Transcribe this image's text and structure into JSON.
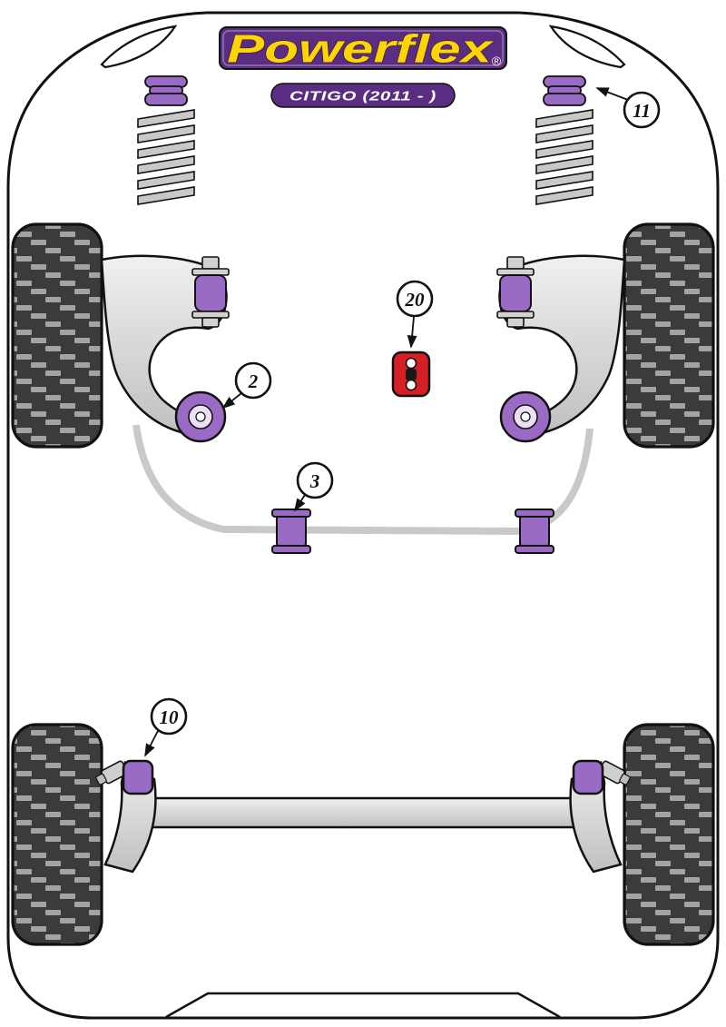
{
  "header": {
    "logo_text": "Powerflex",
    "registered_mark": "®",
    "model_label": "CITIGO (2011 - )"
  },
  "colors": {
    "purple": "#5a2d82",
    "yellow": "#ffd500",
    "bush": "#9a6bc4",
    "bush_light": "#ece0f7",
    "red": "#d42025"
  },
  "callouts": [
    {
      "label": "11"
    },
    {
      "label": "20"
    },
    {
      "label": "2"
    },
    {
      "label": "3"
    },
    {
      "label": "10"
    }
  ]
}
